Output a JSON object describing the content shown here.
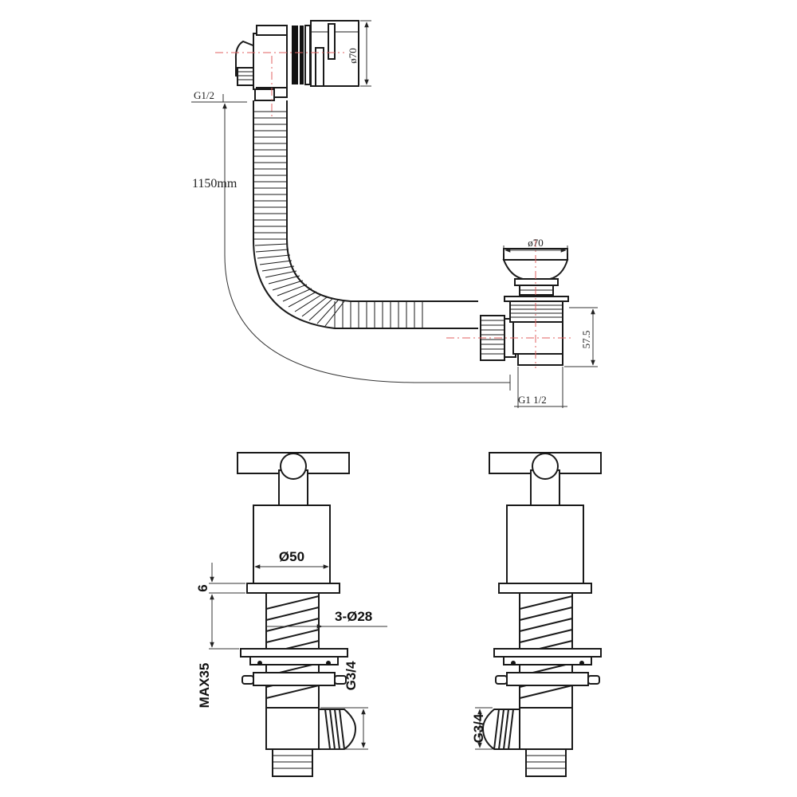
{
  "labels": {
    "waste_inlet_thread": "G1/2",
    "hose_length": "1150mm",
    "overflow_diameter": "ø70",
    "plug_diameter": "ø70",
    "waste_height": "57.5",
    "waste_outlet_thread": "G1 1/2",
    "valve_body_diameter": "Ø50",
    "flange_thickness": "6",
    "hole_spec": "3-Ø28",
    "max_deck": "MAX35",
    "shank_thread_left": "G3/4",
    "inlet_thread_right": "G3/4"
  },
  "colors": {
    "line": "#1a1a1a",
    "centerline": "#e06060"
  }
}
